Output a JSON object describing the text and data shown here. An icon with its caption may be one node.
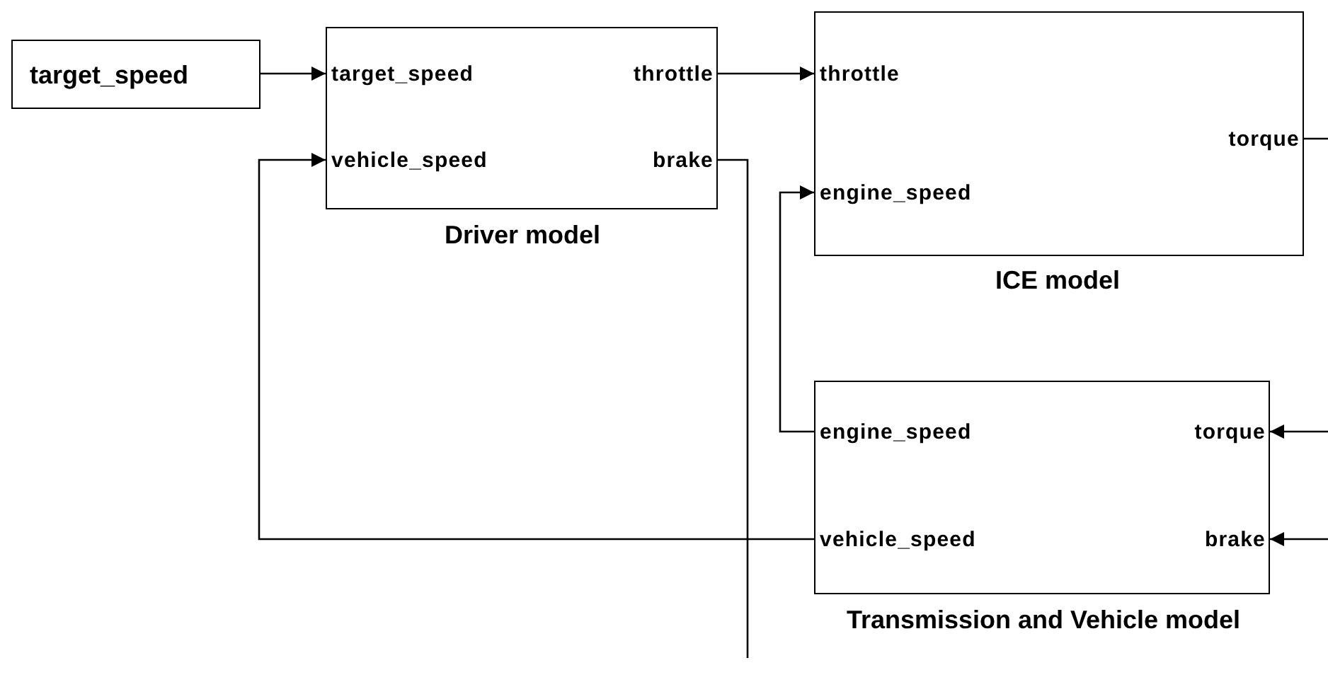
{
  "diagram": {
    "nodes": [
      {
        "text": [
          "target_speed"
        ]
      },
      {
        "text": [
          "target_speed",
          "throttle",
          "vehicle_speed",
          "brake",
          "Driver model"
        ]
      },
      {
        "text": [
          "throttle",
          "torque",
          "engine_speed",
          "ICE model"
        ]
      },
      {
        "text": [
          "engine_speed",
          "torque",
          "vehicle_speed",
          "brake",
          "Transmission and Vehicle model"
        ]
      }
    ],
    "edges": [
      {
        "from": 0,
        "to": 1,
        "arrow": "to"
      },
      {
        "from": 1,
        "to": 2,
        "arrow": "to"
      },
      {
        "from": 1,
        "to": null,
        "arrow": "none"
      },
      {
        "from": 3,
        "to": 2,
        "arrow": "to"
      },
      {
        "from": 2,
        "to": null,
        "arrow": "none"
      },
      {
        "from": null,
        "to": 3,
        "arrow": "to"
      },
      {
        "from": null,
        "to": 3,
        "arrow": "to"
      },
      {
        "from": 3,
        "to": 1,
        "arrow": "to"
      }
    ]
  }
}
